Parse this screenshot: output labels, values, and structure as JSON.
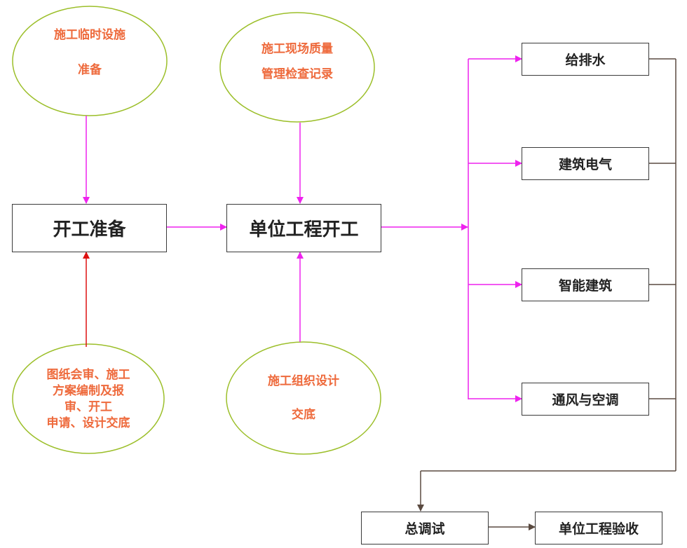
{
  "ellipses": {
    "temp_facility": {
      "line1": "施工临时设施",
      "line2": "准备"
    },
    "quality_record": {
      "line1": "施工现场质量",
      "line2": "管理检查记录"
    },
    "drawing_review": {
      "line1": "图纸会审、施工",
      "line2": "方案编制及报",
      "line3": "审、开工",
      "line4": "申请、设计交底"
    },
    "org_design": {
      "line1": "施工组织设计",
      "line2": "交底"
    }
  },
  "boxes": {
    "start_prep": "开工准备",
    "unit_start": "单位工程开工",
    "plumbing": "给排水",
    "electrical": "建筑电气",
    "intelligent": "智能建筑",
    "hvac": "通风与空调",
    "commissioning": "总调试",
    "acceptance": "单位工程验收"
  },
  "colors": {
    "magenta_arrow": "#ee22ee",
    "red_arrow": "#dd1111",
    "dark_line": "#5a4a40",
    "ellipse_border": "#9cbf2a",
    "ellipse_text": "#ee6a3c"
  }
}
